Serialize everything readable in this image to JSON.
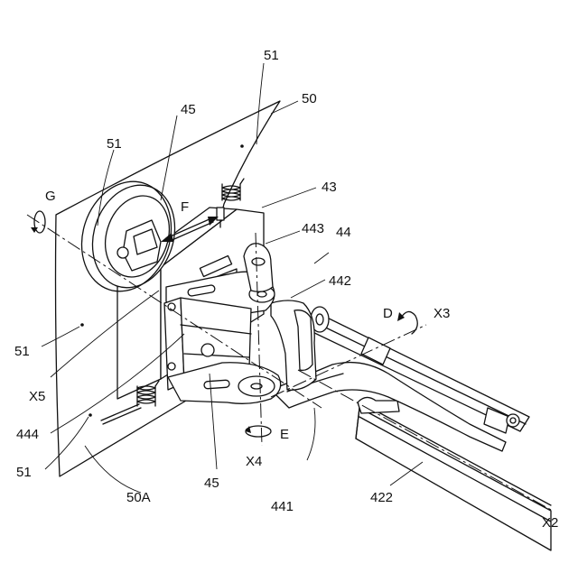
{
  "labels": {
    "n51_top": "51",
    "n50": "50",
    "n45_top": "45",
    "n51_left_top": "51",
    "n43": "43",
    "g": "G",
    "f": "F",
    "n443": "443",
    "n44": "44",
    "n442": "442",
    "d": "D",
    "x3": "X3",
    "n51_mid": "51",
    "x5": "X5",
    "n444": "444",
    "n51_bottom": "51",
    "e": "E",
    "x4": "X4",
    "n45_bottom": "45",
    "n50a": "50A",
    "n441": "441",
    "n422": "422",
    "x2": "X2"
  }
}
